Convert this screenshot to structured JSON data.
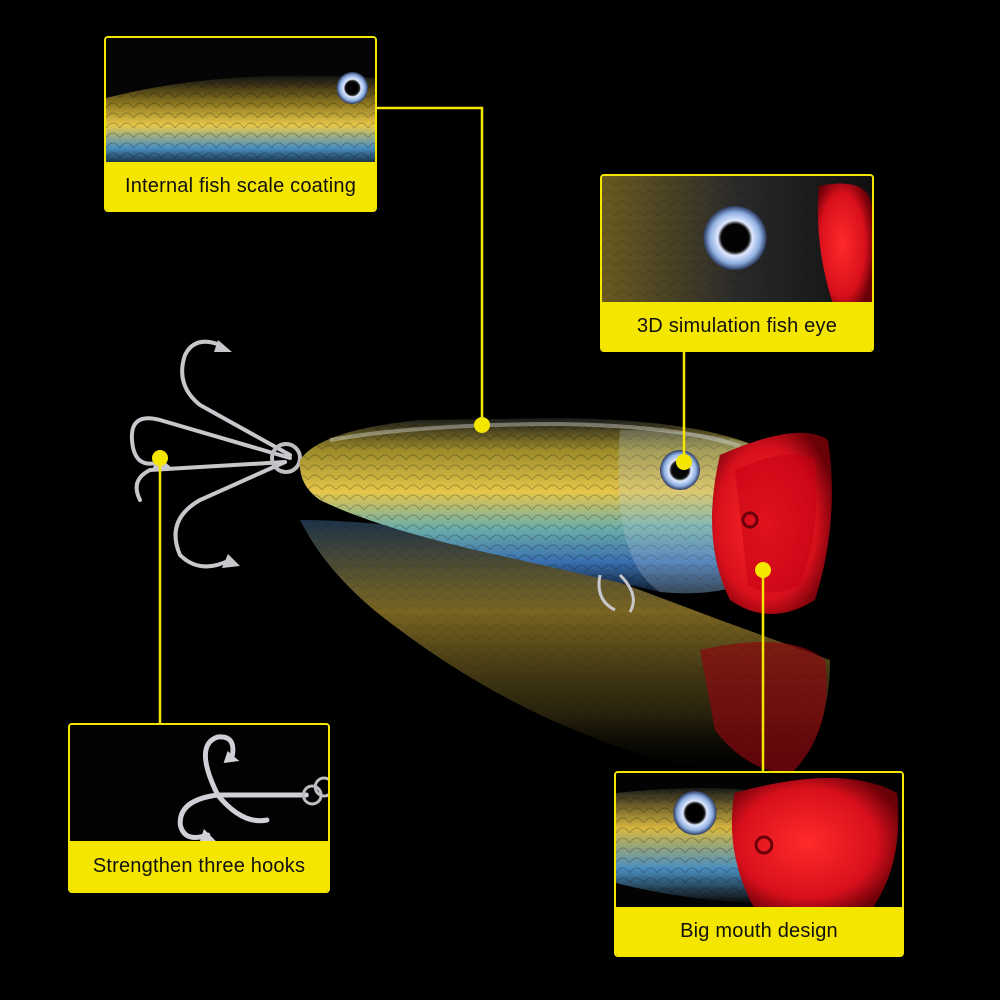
{
  "colors": {
    "accent": "#f5e600",
    "background": "#000000",
    "lip": "#d8101c"
  },
  "callouts": {
    "scale": {
      "label": "Internal fish scale coating"
    },
    "eye": {
      "label": "3D simulation fish eye"
    },
    "hooks": {
      "label": "Strengthen three hooks"
    },
    "mouth": {
      "label": "Big mouth design"
    }
  }
}
